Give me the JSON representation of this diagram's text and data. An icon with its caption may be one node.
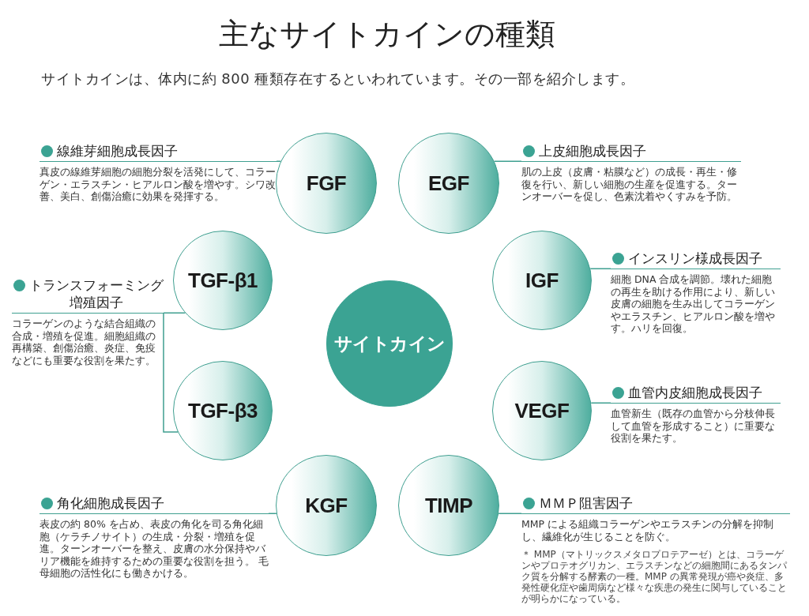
{
  "diagram": {
    "title": "主なサイトカインの種類",
    "nodes": [
      {
        "text": [
          "サイトカイン"
        ]
      },
      {
        "text": [
          "FGF"
        ]
      },
      {
        "text": [
          "EGF"
        ]
      },
      {
        "text": [
          "TGF-β1"
        ]
      },
      {
        "text": [
          "IGF"
        ]
      },
      {
        "text": [
          "TGF-β3"
        ]
      },
      {
        "text": [
          "VEGF"
        ]
      },
      {
        "text": [
          "KGF"
        ]
      },
      {
        "text": [
          "TIMP"
        ]
      },
      {
        "text": [
          "線維芽細胞成長因子",
          "真皮の線維芽細胞の細胞分裂を活発にして、コラーゲン・エラスチン・ヒアルロン酸を増やす。シワ改善、美白、創傷治癒に効果を発揮する。"
        ]
      },
      {
        "text": [
          "上皮細胞成長因子",
          "肌の上皮（皮膚・粘膜など）の成長・再生・修復を行い、新しい細胞の生産を促進する。ターンオーバーを促し、色素沈着やくすみを予防。"
        ]
      },
      {
        "text": [
          "トランスフォーミング増殖因子",
          "コラーゲンのような結合組織の合成・増殖を促進。細胞組織の再構築、創傷治癒、炎症、免疫などにも重要な役割を果たす。"
        ]
      },
      {
        "text": [
          "インスリン様成長因子",
          "細胞 DNA 合成を調節。壊れた細胞の再生を助ける作用により、新しい皮膚の細胞を生み出してコラーゲンやエラスチン、ヒアルロン酸を増やす。ハリを回復。"
        ]
      },
      {
        "text": [
          "血管内皮細胞成長因子",
          "血管新生（既存の血管から分枝伸長して血管を形成すること）に重要な役割を果たす。"
        ]
      },
      {
        "text": [
          "角化細胞成長因子",
          "表皮の約 80% を占め、表皮の角化を司る角化細胞（ケラチノサイト）の生成・分裂・増殖を促進。ターンオーバーを整え、皮膚の水分保持やバリア機能を維持するための重要な役割を担う。 毛母細胞の活性化にも働きかける。"
        ]
      },
      {
        "text": [
          "ＭＭＰ阻害因子",
          "MMP による組織コラーゲンやエラスチンの分解を抑制し、繊維化が生じることを防ぐ。",
          "＊ MMP（マトリックスメタロプロテアーゼ）とは、コラーゲンやプロテオグリカン、エラスチンなどの細胞間にあるタンパク質を分解する酵素の一種。MMP の異常発現が癌や炎症、多発性硬化症や歯周病など様々な疾患の発生に関与していることが明らかになっている。"
        ]
      }
    ],
    "edges": [
      {
        "from": 9,
        "to": 1,
        "arrow": "none"
      },
      {
        "from": 10,
        "to": 2,
        "arrow": "none"
      },
      {
        "from": 11,
        "to": 3,
        "arrow": "none"
      },
      {
        "from": 11,
        "to": 5,
        "arrow": "none"
      },
      {
        "from": 12,
        "to": 4,
        "arrow": "none"
      },
      {
        "from": 13,
        "to": 6,
        "arrow": "none"
      },
      {
        "from": 14,
        "to": 7,
        "arrow": "none"
      },
      {
        "from": 15,
        "to": 8,
        "arrow": "none"
      }
    ],
    "labels": [
      "サイトカインは、体内に約 800 種類存在するといわれています。その一部を紹介します。"
    ]
  }
}
